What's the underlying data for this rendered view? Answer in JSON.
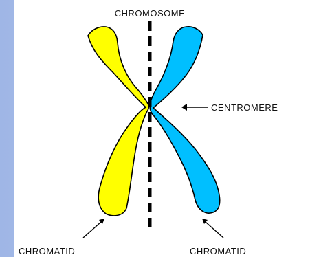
{
  "diagram": {
    "title": "CHROMOSOME",
    "labels": {
      "centromere": "CENTROMERE",
      "chromatid_left": "CHROMATID",
      "chromatid_right": "CHROMATID"
    },
    "colors": {
      "left_chromatid": "#ffff00",
      "right_chromatid": "#00bfff",
      "outline": "#000000",
      "axis_line": "#000000"
    }
  }
}
